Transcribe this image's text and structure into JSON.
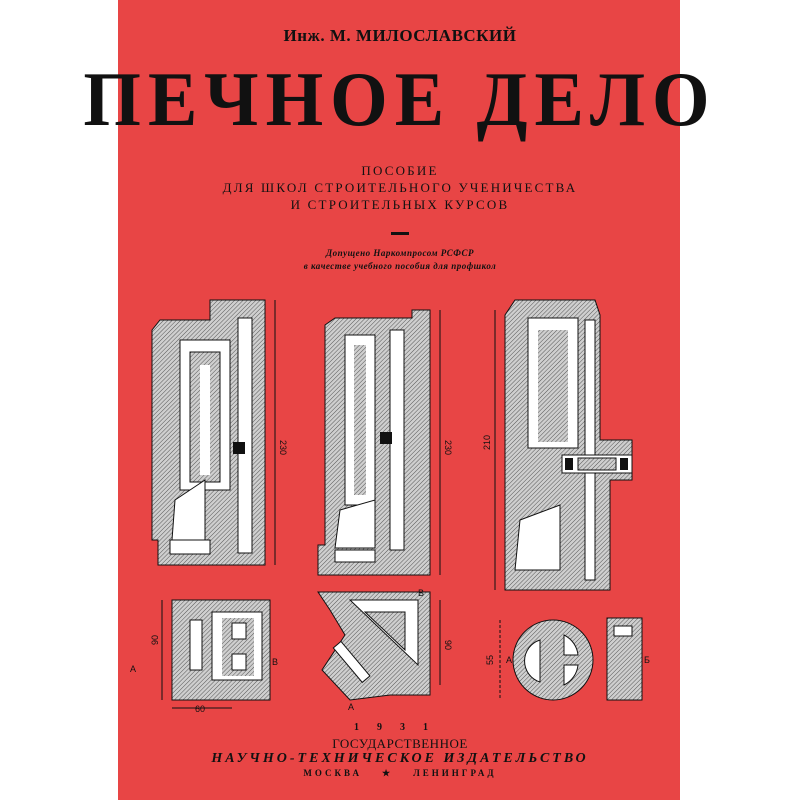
{
  "cover": {
    "background_color": "#e84545",
    "author": "Инж. М. МИЛОСЛАВСКИЙ",
    "title": "ПЕЧНОЕ ДЕЛО",
    "subtitle": [
      "ПОСОБИЕ",
      "ДЛЯ ШКОЛ СТРОИТЕЛЬНОГО УЧЕНИЧЕСТВА",
      "И СТРОИТЕЛЬНЫХ КУРСОВ"
    ],
    "approval": [
      "Допущено Наркомпросом РСФСР",
      "в качестве учебного пособия для профшкол"
    ],
    "drawings": {
      "dims": {
        "left_height": "230",
        "middle_height": "230",
        "right_height": "210",
        "left_plan_height": "90",
        "left_plan_width": "60",
        "middle_plan_height": "90",
        "right_plan_height": "55"
      },
      "section_labels": {
        "a": "А",
        "b": "В",
        "b2": "Б"
      }
    },
    "year": "1931",
    "publisher": [
      "ГОСУДАРСТВЕННОЕ",
      "НАУЧНО-ТЕХНИЧЕСКОЕ ИЗДАТЕЛЬСТВО"
    ],
    "cities": {
      "left": "МОСКВА",
      "star": "★",
      "right": "ЛЕНИНГРАД"
    }
  }
}
